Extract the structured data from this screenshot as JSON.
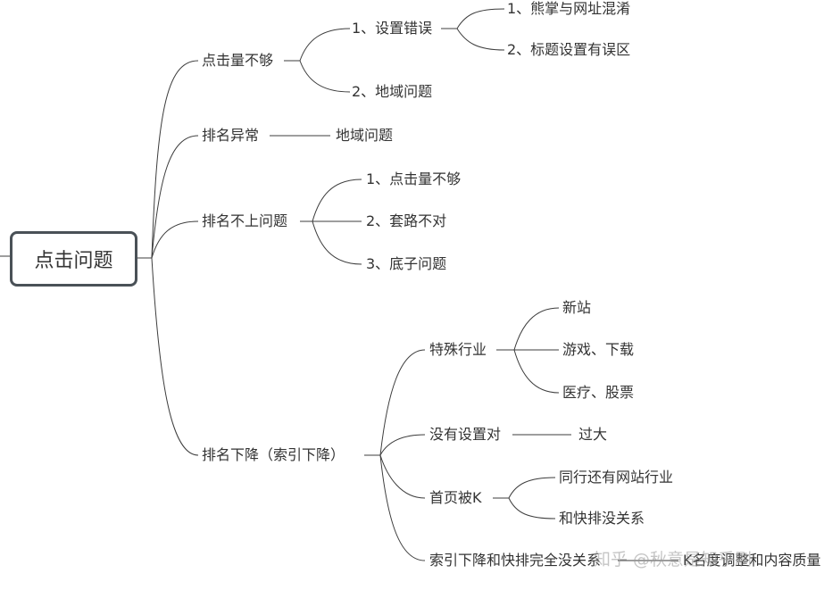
{
  "root": "点击问题",
  "branches": {
    "b1": {
      "label": "点击量不够",
      "c1": {
        "label": "1、设置错误",
        "g1": "1、熊掌与网址混淆",
        "g2": "2、标题设置有误区"
      },
      "c2": "2、地域问题"
    },
    "b2": {
      "label": "排名异常",
      "c1": "地域问题"
    },
    "b3": {
      "label": "排名不上问题",
      "c1": "1、点击量不够",
      "c2": "2、套路不对",
      "c3": "3、底子问题"
    },
    "b4": {
      "label": "排名下降（索引下降）",
      "c1": {
        "label": "特殊行业",
        "g1": "新站",
        "g2": "游戏、下载",
        "g3": "医疗、股票"
      },
      "c2": {
        "label": "没有设置对",
        "g1": "过大"
      },
      "c3": {
        "label": "首页被K",
        "g1": "同行还有网站行业",
        "g2": "和快排没关系"
      },
      "c4": {
        "label": "索引下降和快排完全没关系",
        "g1": "K名度调整和内容质量"
      }
    }
  },
  "watermark": "知乎 @秋意是知乎刷"
}
